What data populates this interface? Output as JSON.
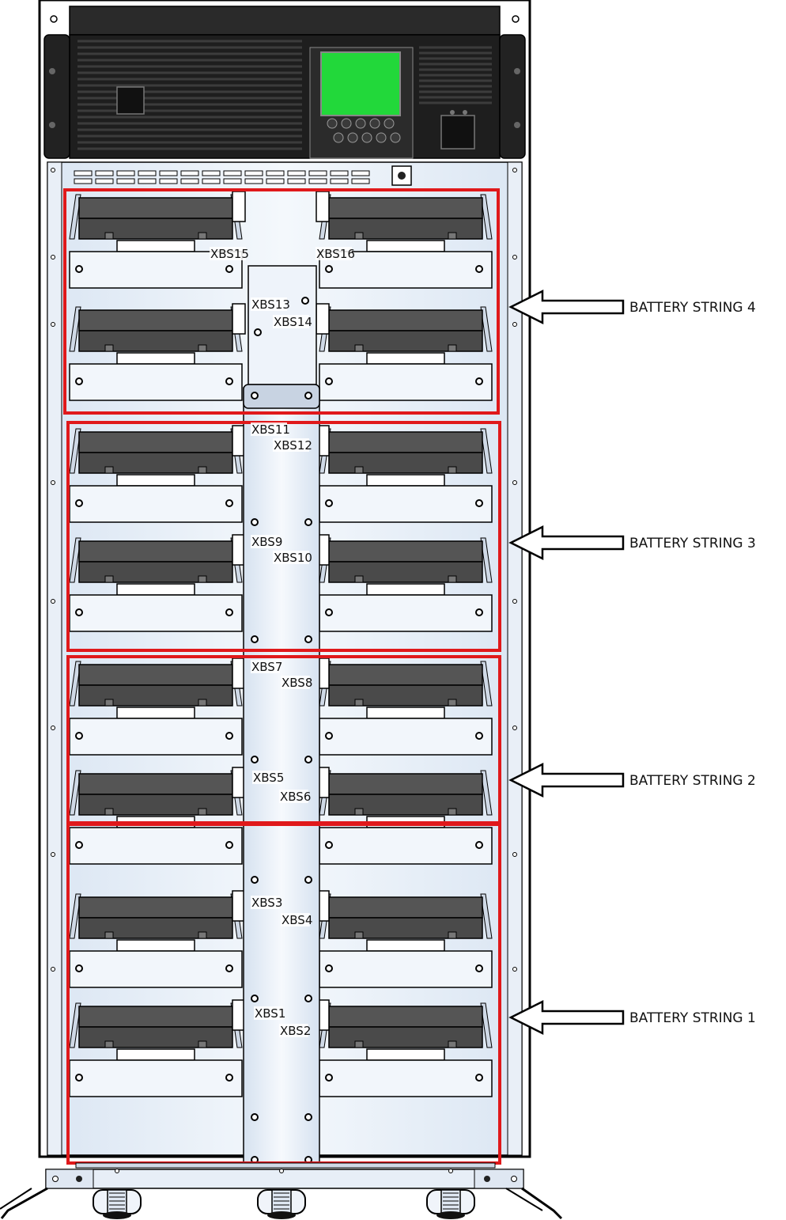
{
  "strings": [
    {
      "label": "BATTERY STRING 4",
      "connectors": [
        "XBS13",
        "XBS14",
        "XBS15",
        "XBS16"
      ]
    },
    {
      "label": "BATTERY STRING 3",
      "connectors": [
        "XBS9",
        "XBS10",
        "XBS11",
        "XBS12"
      ]
    },
    {
      "label": "BATTERY STRING 2",
      "connectors": [
        "XBS5",
        "XBS6",
        "XBS7",
        "XBS8"
      ]
    },
    {
      "label": "BATTERY STRING 1",
      "connectors": [
        "XBS1",
        "XBS2",
        "XBS3",
        "XBS4"
      ]
    }
  ],
  "colors": {
    "highlight": "#e0191b",
    "display": "#22d83a",
    "ups_panel": "#1e1e1e",
    "cabinet": "#e4ecf6",
    "battery": "#555555"
  }
}
